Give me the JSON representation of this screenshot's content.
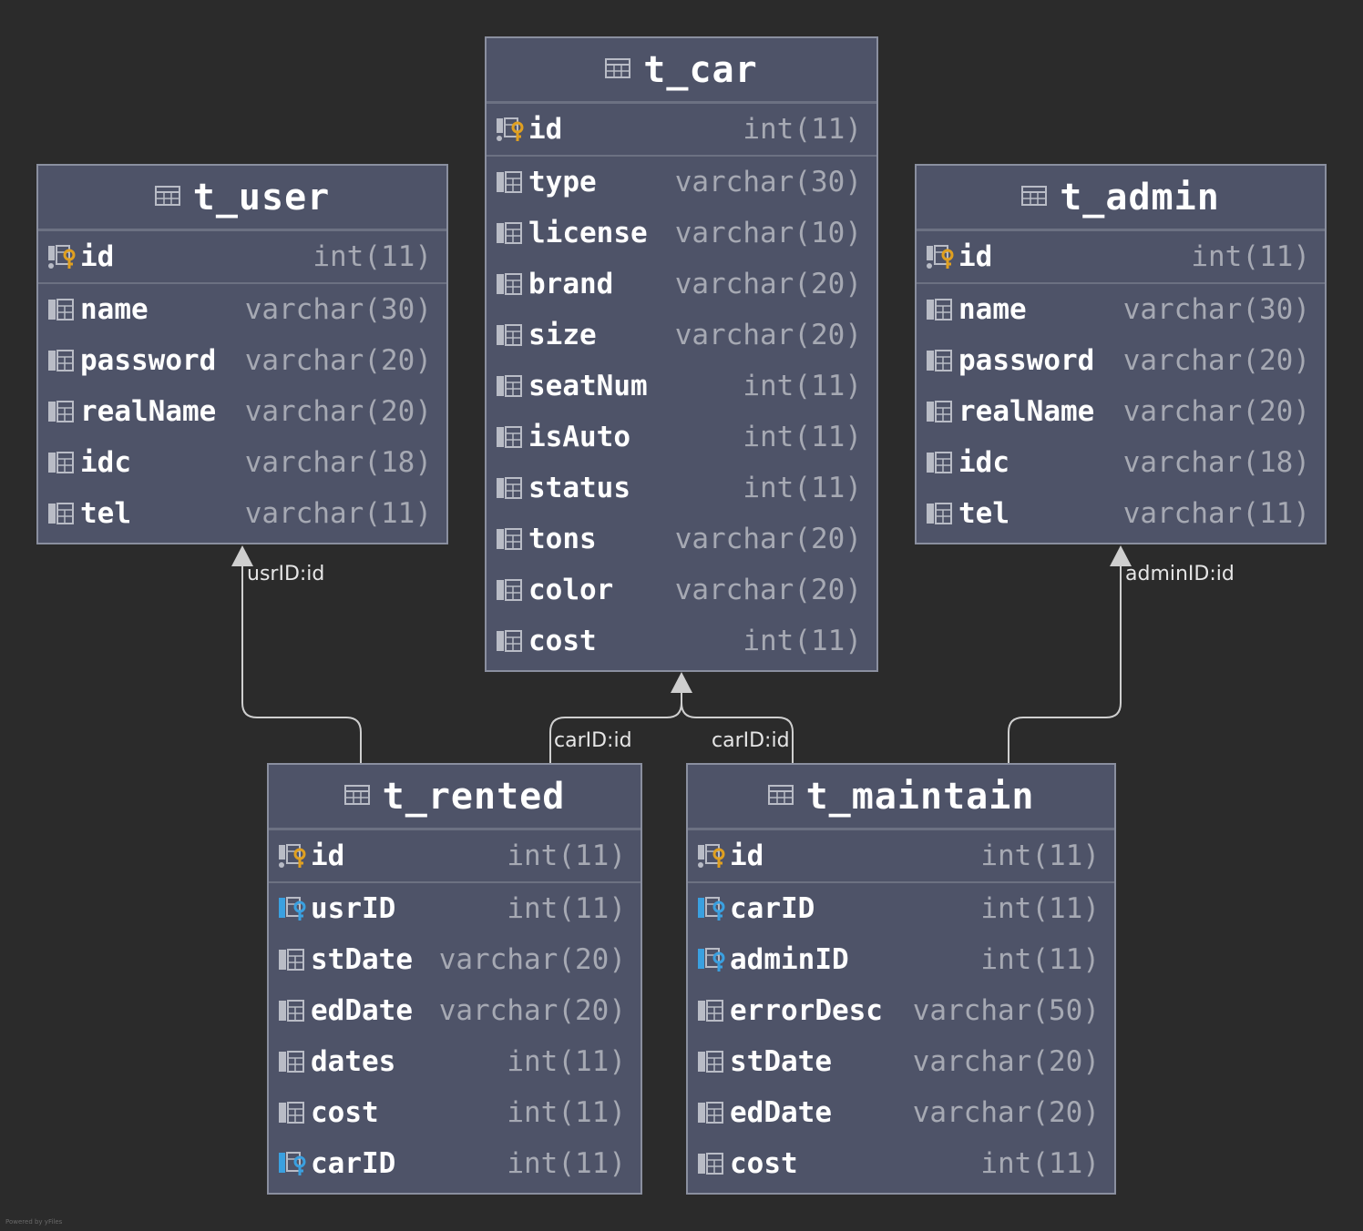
{
  "tables": [
    {
      "key": "t_user",
      "title": "t_user",
      "columns": [
        {
          "name": "id",
          "type": "int(11)",
          "kind": "pk"
        },
        {
          "name": "name",
          "type": "varchar(30)",
          "kind": "col"
        },
        {
          "name": "password",
          "type": "varchar(20)",
          "kind": "col"
        },
        {
          "name": "realName",
          "type": "varchar(20)",
          "kind": "col"
        },
        {
          "name": "idc",
          "type": "varchar(18)",
          "kind": "col"
        },
        {
          "name": "tel",
          "type": "varchar(11)",
          "kind": "col"
        }
      ]
    },
    {
      "key": "t_car",
      "title": "t_car",
      "columns": [
        {
          "name": "id",
          "type": "int(11)",
          "kind": "pk"
        },
        {
          "name": "type",
          "type": "varchar(30)",
          "kind": "col"
        },
        {
          "name": "license",
          "type": "varchar(10)",
          "kind": "col"
        },
        {
          "name": "brand",
          "type": "varchar(20)",
          "kind": "col"
        },
        {
          "name": "size",
          "type": "varchar(20)",
          "kind": "col"
        },
        {
          "name": "seatNum",
          "type": "int(11)",
          "kind": "col"
        },
        {
          "name": "isAuto",
          "type": "int(11)",
          "kind": "col"
        },
        {
          "name": "status",
          "type": "int(11)",
          "kind": "col"
        },
        {
          "name": "tons",
          "type": "varchar(20)",
          "kind": "col"
        },
        {
          "name": "color",
          "type": "varchar(20)",
          "kind": "col"
        },
        {
          "name": "cost",
          "type": "int(11)",
          "kind": "col"
        }
      ]
    },
    {
      "key": "t_admin",
      "title": "t_admin",
      "columns": [
        {
          "name": "id",
          "type": "int(11)",
          "kind": "pk"
        },
        {
          "name": "name",
          "type": "varchar(30)",
          "kind": "col"
        },
        {
          "name": "password",
          "type": "varchar(20)",
          "kind": "col"
        },
        {
          "name": "realName",
          "type": "varchar(20)",
          "kind": "col"
        },
        {
          "name": "idc",
          "type": "varchar(18)",
          "kind": "col"
        },
        {
          "name": "tel",
          "type": "varchar(11)",
          "kind": "col"
        }
      ]
    },
    {
      "key": "t_rented",
      "title": "t_rented",
      "columns": [
        {
          "name": "id",
          "type": "int(11)",
          "kind": "pk"
        },
        {
          "name": "usrID",
          "type": "int(11)",
          "kind": "fk"
        },
        {
          "name": "stDate",
          "type": "varchar(20)",
          "kind": "col"
        },
        {
          "name": "edDate",
          "type": "varchar(20)",
          "kind": "col"
        },
        {
          "name": "dates",
          "type": "int(11)",
          "kind": "col"
        },
        {
          "name": "cost",
          "type": "int(11)",
          "kind": "col"
        },
        {
          "name": "carID",
          "type": "int(11)",
          "kind": "fk"
        }
      ]
    },
    {
      "key": "t_maintain",
      "title": "t_maintain",
      "columns": [
        {
          "name": "id",
          "type": "int(11)",
          "kind": "pk"
        },
        {
          "name": "carID",
          "type": "int(11)",
          "kind": "fk"
        },
        {
          "name": "adminID",
          "type": "int(11)",
          "kind": "fk"
        },
        {
          "name": "errorDesc",
          "type": "varchar(50)",
          "kind": "col"
        },
        {
          "name": "stDate",
          "type": "varchar(20)",
          "kind": "col"
        },
        {
          "name": "edDate",
          "type": "varchar(20)",
          "kind": "col"
        },
        {
          "name": "cost",
          "type": "int(11)",
          "kind": "col"
        }
      ]
    }
  ],
  "relations": [
    {
      "label": "usrID:id",
      "from": "t_rented",
      "to": "t_user"
    },
    {
      "label": "carID:id",
      "from": "t_rented",
      "to": "t_car"
    },
    {
      "label": "carID:id",
      "from": "t_maintain",
      "to": "t_car"
    },
    {
      "label": "adminID:id",
      "from": "t_maintain",
      "to": "t_admin"
    }
  ],
  "watermark": "Powered by yFiles",
  "colors": {
    "background": "#2b2b2b",
    "table_fill": "#4e5368",
    "table_border": "#8a8f9f",
    "type_text": "#a6a9b3",
    "pk_key": "#e0a020",
    "fk_key": "#3aa0e0",
    "connector": "#cfcfcf"
  },
  "icons": {
    "table": "table-grid-icon",
    "pk": "primary-key-icon",
    "fk": "foreign-key-icon",
    "col": "column-icon"
  }
}
